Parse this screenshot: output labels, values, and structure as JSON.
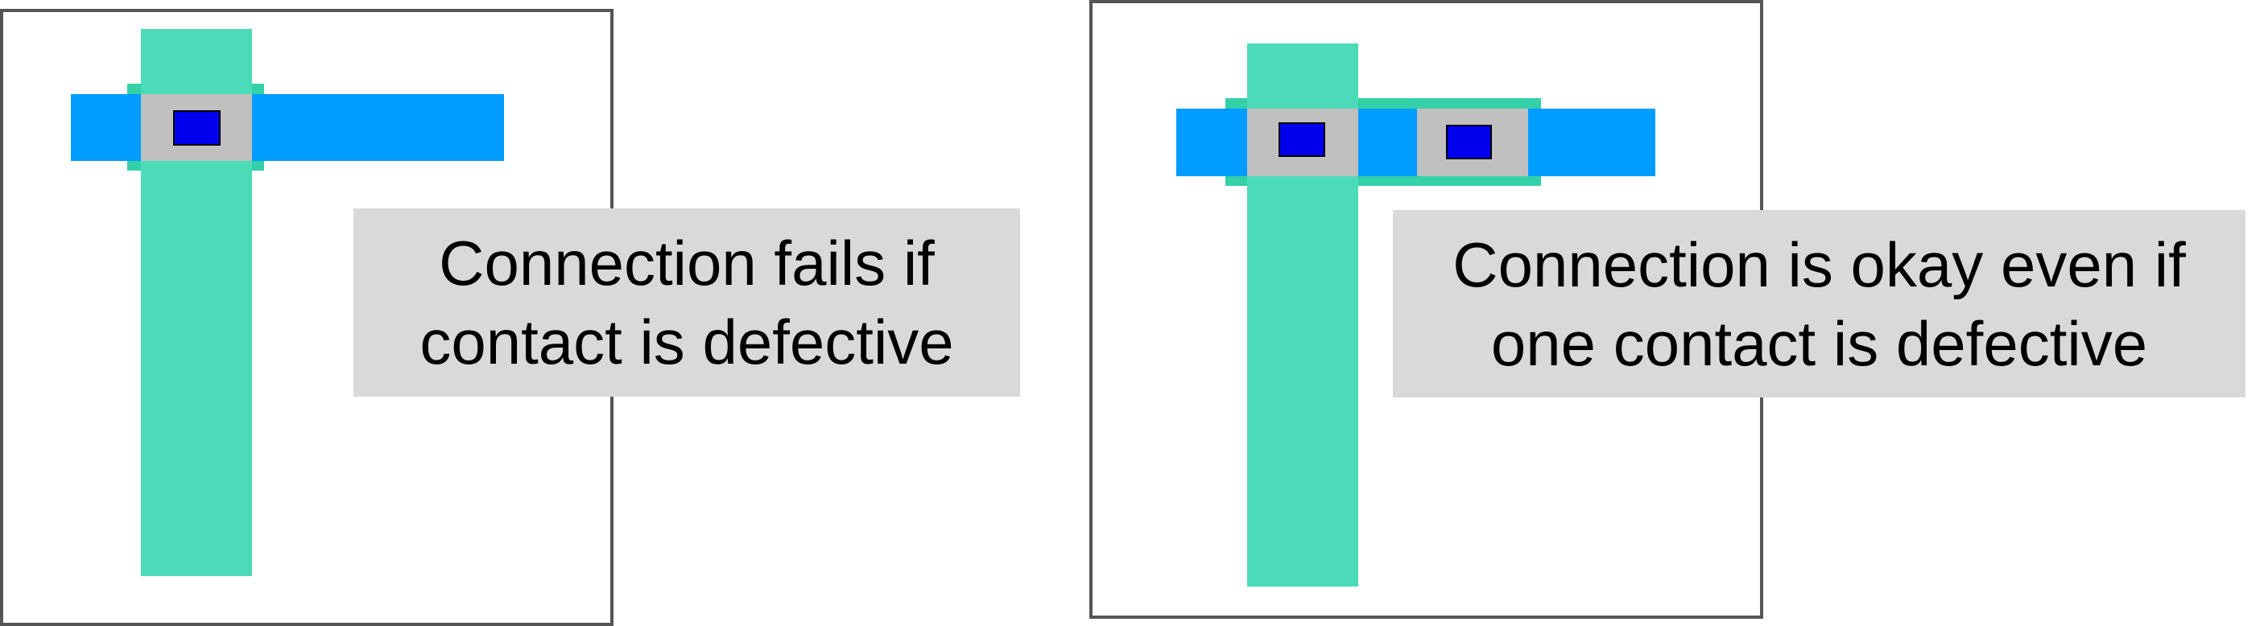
{
  "colors": {
    "vertical_wire": "#4cdbb8",
    "horizontal_wire": "#009cff",
    "contact_pad": "#c0c0c0",
    "via": "#0000ee",
    "caption_bg": "#d9d9d9",
    "frame_border": "#555555"
  },
  "left_panel": {
    "contact_count": 1,
    "caption": {
      "line1": "Connection fails if",
      "line2": "contact is defective"
    }
  },
  "right_panel": {
    "contact_count": 2,
    "caption": {
      "line1": "Connection is okay even if",
      "line2": "one contact is defective"
    }
  }
}
